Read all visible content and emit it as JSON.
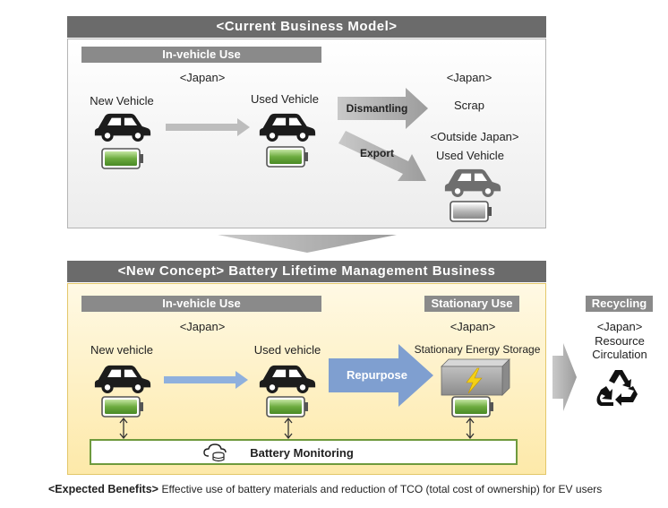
{
  "current": {
    "header": "<Current Business Model>",
    "section": "In-vehicle Use",
    "japan_left": "<Japan>",
    "japan_right": "<Japan>",
    "new_vehicle": "New Vehicle",
    "used_vehicle": "Used Vehicle",
    "dismantling": "Dismantling",
    "scrap": "Scrap",
    "export": "Export",
    "outside_japan": "<Outside Japan>",
    "used_vehicle_outside": "Used Vehicle"
  },
  "concept": {
    "header": "<New Concept> Battery Lifetime Management Business",
    "section_invehicle": "In-vehicle Use",
    "section_stationary": "Stationary Use",
    "section_recycling": "Recycling",
    "japan_left": "<Japan>",
    "japan_stationary": "<Japan>",
    "japan_recycling": "<Japan>",
    "new_vehicle": "New vehicle",
    "used_vehicle": "Used vehicle",
    "stationary_storage": "Stationary Energy Storage",
    "repurpose": "Repurpose",
    "resource": "Resource",
    "circulation": "Circulation",
    "monitoring": "Battery Monitoring"
  },
  "benefits": {
    "label": "<Expected Benefits>",
    "text": "Effective use of battery materials and reduction of TCO (total cost of ownership) for EV users"
  },
  "colors": {
    "header_bg": "#6b6b6b",
    "battery_green": "#6cab3f",
    "battery_gray": "#9a9a9a",
    "repurpose_arrow": "#7f9fd0",
    "monitor_border": "#6e9a3d"
  },
  "icons": [
    "car-icon",
    "battery-icon",
    "storage-box-icon",
    "lightning-icon",
    "cloud-database-icon",
    "recycle-icon"
  ]
}
